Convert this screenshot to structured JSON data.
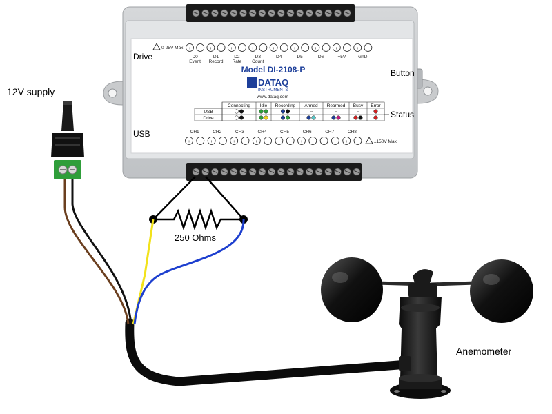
{
  "labels": {
    "supply": "12V supply",
    "resistor": "250 Ohms",
    "anemometer": "Anemometer",
    "drive": "Drive",
    "usb": "USB",
    "button": "Button",
    "status": "Status"
  },
  "device": {
    "model": "Model DI-2108-P",
    "brand": "DATAQ",
    "brand_sub": "INSTRUMENTS",
    "url": "www.dataq.com",
    "top_rating": "0-25V Max",
    "bottom_rating": "±150V Max",
    "top_signs": [
      "+",
      "−",
      "+",
      "−",
      "+",
      "−",
      "+",
      "−",
      "+",
      "−",
      "+",
      "−",
      "+",
      "−",
      "+",
      "−",
      "+",
      "−"
    ],
    "top_ports": [
      {
        "l1": "D0",
        "l2": "Event"
      },
      {
        "l1": "D1",
        "l2": "Record"
      },
      {
        "l1": "D2",
        "l2": "Rate"
      },
      {
        "l1": "D3",
        "l2": "Count"
      },
      {
        "l1": "D4",
        "l2": ""
      },
      {
        "l1": "D5",
        "l2": ""
      },
      {
        "l1": "D6",
        "l2": ""
      },
      {
        "l1": "+5V",
        "l2": ""
      },
      {
        "l1": "GnD",
        "l2": ""
      }
    ],
    "channels": [
      "CH1",
      "CH2",
      "CH3",
      "CH4",
      "CH5",
      "CH6",
      "CH7",
      "CH8"
    ],
    "bottom_signs": [
      "+",
      "−",
      "+",
      "−",
      "+",
      "−",
      "+",
      "−",
      "+",
      "−",
      "+",
      "−",
      "+",
      "−",
      "+",
      "−"
    ],
    "status_table": {
      "columns": [
        "Connecting",
        "Idle",
        "Recording",
        "Armed",
        "Rearmed",
        "Busy",
        "Error"
      ],
      "rows": [
        "USB",
        "Drive"
      ],
      "dashes": "--",
      "colors": {
        "connecting": [
          "#ffffff",
          "#111111"
        ],
        "idle_usb": [
          "#2e9e3a",
          "#2e9e3a"
        ],
        "idle_drive": [
          "#2e9e3a",
          "#f2d21b"
        ],
        "recording_usb": [
          "#1d3f9a",
          "#111111"
        ],
        "recording_drive": [
          "#1d3f9a",
          "#2e9e3a"
        ],
        "armed": [
          "#1d3f9a",
          "#57c7c8"
        ],
        "rearmed": [
          "#1d3f9a",
          "#c2187a"
        ],
        "busy": [
          "#d42020",
          "#111111"
        ],
        "error": "#d42020"
      }
    }
  },
  "wires": {
    "brown": "#6b3f1f",
    "black": "#111111",
    "yellow": "#f2e21b",
    "blue": "#1d3fcf"
  }
}
